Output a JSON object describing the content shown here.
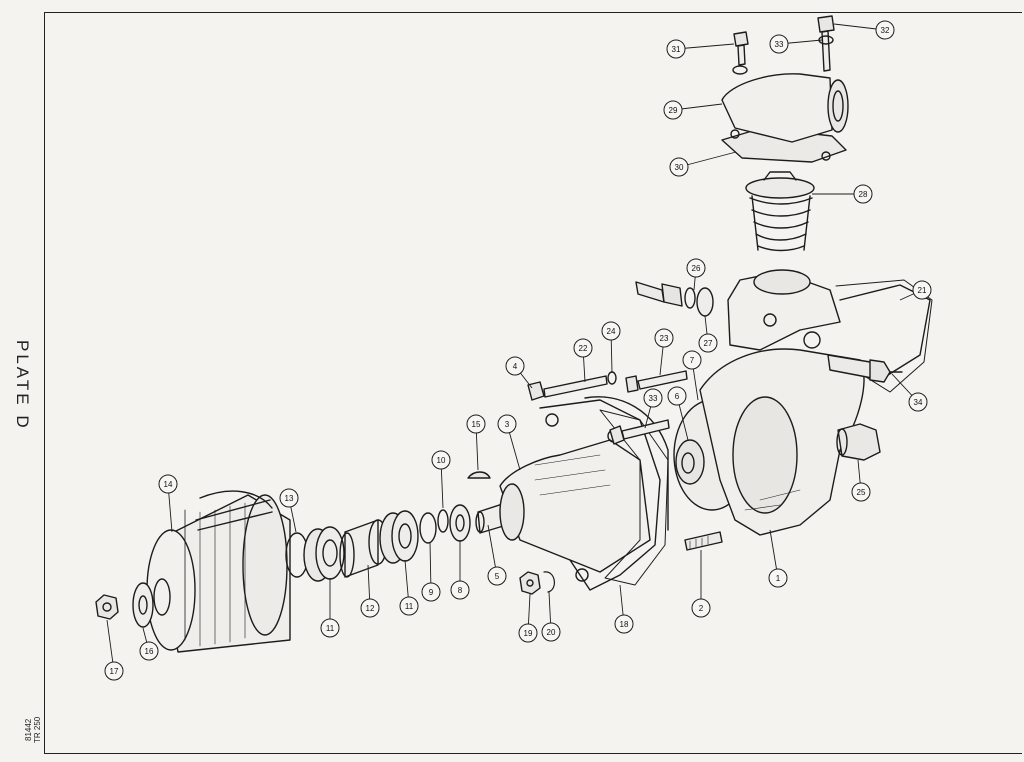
{
  "page": {
    "plate_title": "PLATE D",
    "plate_code_1": "81442",
    "plate_code_2": "TR 250"
  },
  "callouts": [
    {
      "num": "1"
    },
    {
      "num": "2"
    },
    {
      "num": "3"
    },
    {
      "num": "4"
    },
    {
      "num": "5"
    },
    {
      "num": "6"
    },
    {
      "num": "7"
    },
    {
      "num": "8"
    },
    {
      "num": "9"
    },
    {
      "num": "10"
    },
    {
      "num": "11"
    },
    {
      "num": "11"
    },
    {
      "num": "12"
    },
    {
      "num": "13"
    },
    {
      "num": "14"
    },
    {
      "num": "15"
    },
    {
      "num": "16"
    },
    {
      "num": "17"
    },
    {
      "num": "18"
    },
    {
      "num": "19"
    },
    {
      "num": "20"
    },
    {
      "num": "21"
    },
    {
      "num": "22"
    },
    {
      "num": "23"
    },
    {
      "num": "24"
    },
    {
      "num": "25"
    },
    {
      "num": "26"
    },
    {
      "num": "27"
    },
    {
      "num": "28"
    },
    {
      "num": "29"
    },
    {
      "num": "30"
    },
    {
      "num": "31"
    },
    {
      "num": "32"
    },
    {
      "num": "33"
    },
    {
      "num": "33"
    },
    {
      "num": "34"
    }
  ]
}
